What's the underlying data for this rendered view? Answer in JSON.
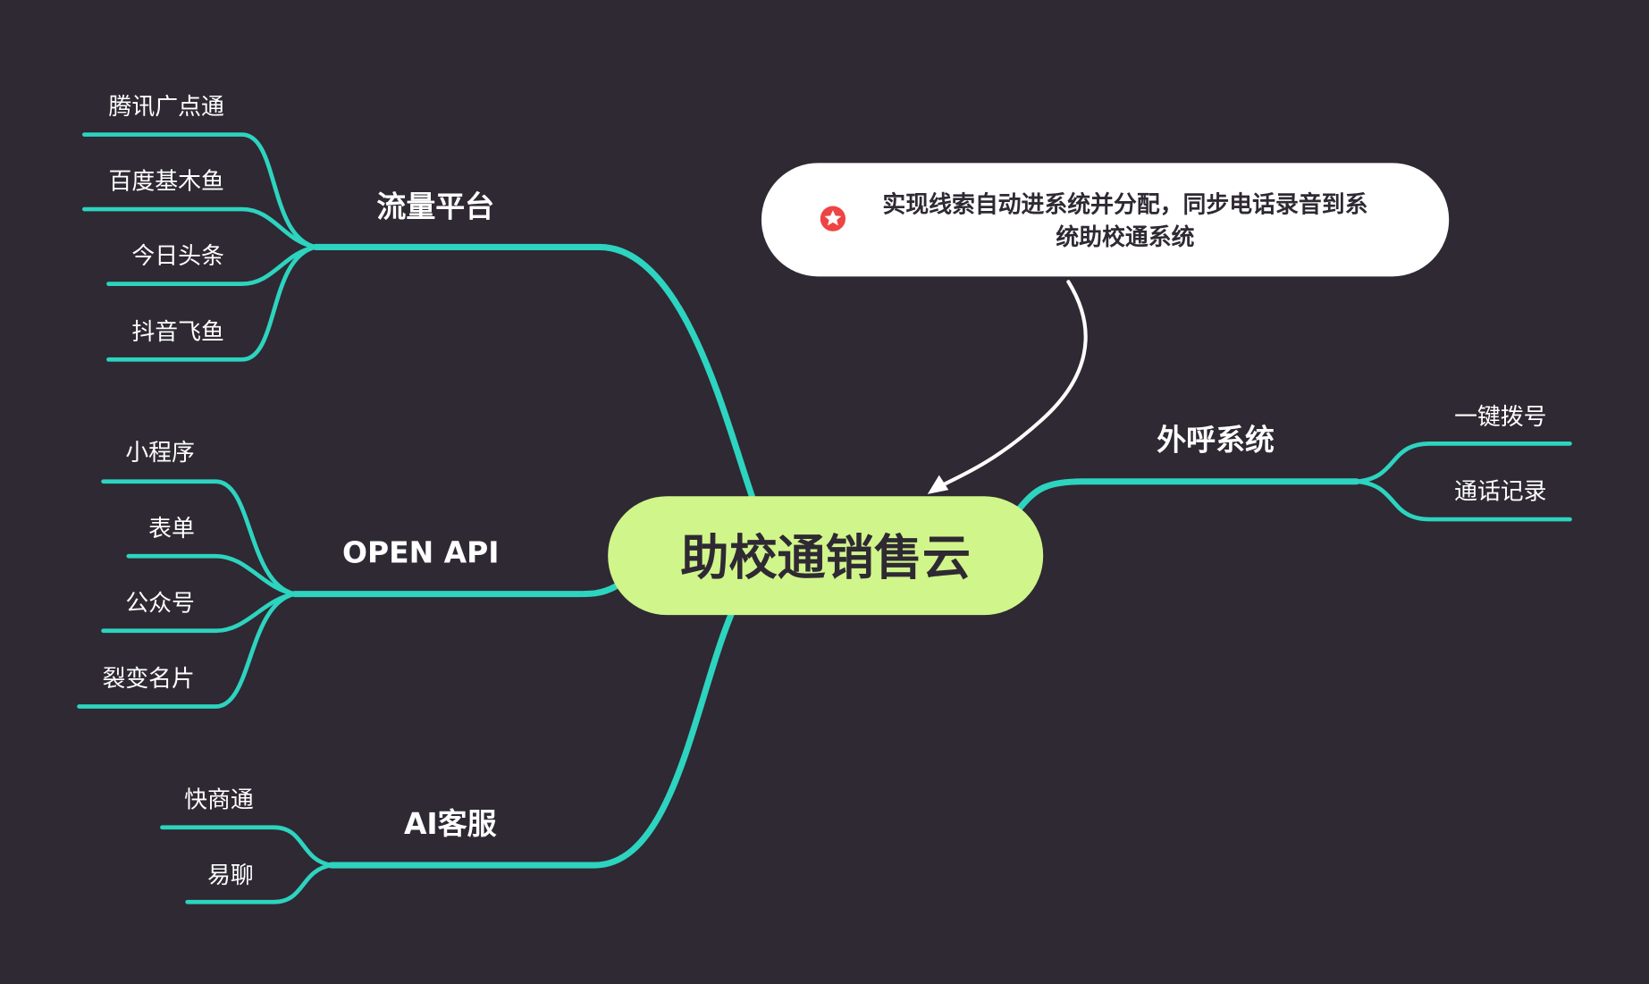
{
  "central_topic": "助校通销售云",
  "note": {
    "icon": "star-icon",
    "line1": "实现线索自动进系统并分配，同步电话录音到系",
    "line2": "统助校通系统"
  },
  "branches": [
    {
      "label": "流量平台",
      "children": [
        "腾讯广点通",
        "百度基木鱼",
        "今日头条",
        "抖音飞鱼"
      ]
    },
    {
      "label": "OPEN API",
      "children": [
        "小程序",
        "表单",
        "公众号",
        "裂变名片"
      ]
    },
    {
      "label": "AI客服",
      "children": [
        "快商通",
        "易聊"
      ]
    },
    {
      "label": "外呼系统",
      "children": [
        "一键拨号",
        "通话记录"
      ]
    }
  ],
  "colors": {
    "background": "#2e2933",
    "branch": "#2dd4bf",
    "central": "#d0f58a",
    "note_icon": "#ef4444"
  }
}
